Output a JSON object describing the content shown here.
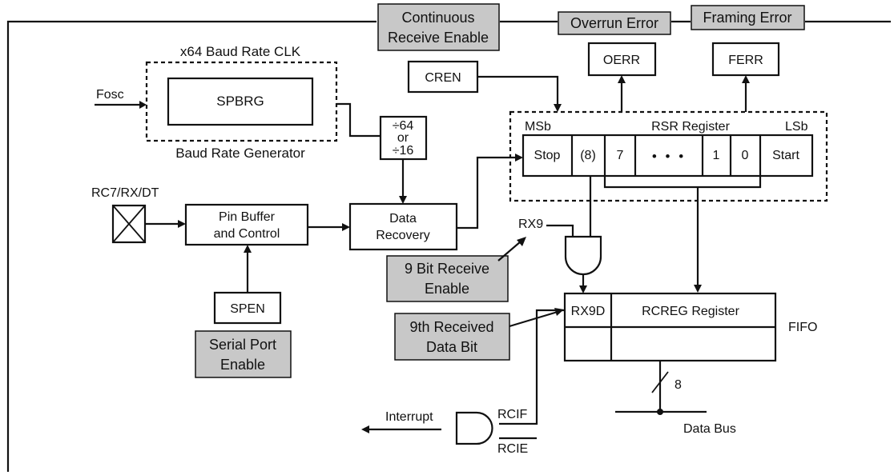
{
  "diagram": {
    "colors": {
      "callout_fill": "#c8c8c8",
      "line": "#111111",
      "background": "#ffffff"
    },
    "callouts": {
      "continuous_receive_enable": {
        "line1": "Continuous",
        "line2": "Receive Enable"
      },
      "overrun_error": "Overrun Error",
      "framing_error": "Framing Error",
      "nine_bit_receive_enable": {
        "line1": "9 Bit Receive",
        "line2": "Enable"
      },
      "ninth_received_data_bit": {
        "line1": "9th Received",
        "line2": "Data Bit"
      },
      "serial_port_enable": {
        "line1": "Serial Port",
        "line2": "Enable"
      }
    },
    "baud_group": {
      "top_label": "x64 Baud Rate CLK",
      "bottom_label": "Baud Rate Generator",
      "spbrg": "SPBRG"
    },
    "fosc": "Fosc",
    "divider": {
      "line1": "÷64",
      "line2": "or",
      "line3": "÷16"
    },
    "pin": "RC7/RX/DT",
    "pin_buffer": {
      "line1": "Pin Buffer",
      "line2": "and Control"
    },
    "data_recovery": {
      "line1": "Data",
      "line2": "Recovery"
    },
    "spen": "SPEN",
    "cren": "CREN",
    "oerr": "OERR",
    "ferr": "FERR",
    "rsr": {
      "msb": "MSb",
      "title": "RSR Register",
      "lsb": "LSb",
      "cells": [
        "Stop",
        "(8)",
        "7",
        "• • •",
        "1",
        "0",
        "Start"
      ]
    },
    "rx9": "RX9",
    "rcreg": {
      "rx9d": "RX9D",
      "title": "RCREG Register",
      "fifo": "FIFO"
    },
    "bus": {
      "width": "8",
      "label": "Data Bus"
    },
    "interrupt": {
      "label": "Interrupt",
      "rcif": "RCIF",
      "rcie": "RCIE"
    }
  }
}
